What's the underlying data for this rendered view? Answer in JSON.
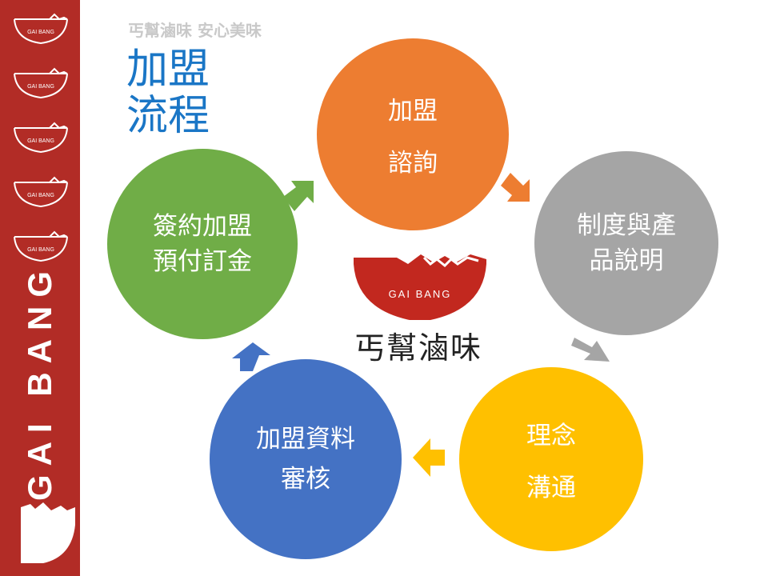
{
  "slide": {
    "slogan": "丐幫滷味 安心美味",
    "title_line1": "加盟",
    "title_line2": "流程"
  },
  "sidebar": {
    "brand_vertical": "GAI BANG",
    "logo_small_text": "GAI BANG",
    "color": "#b22c26"
  },
  "center_logo": {
    "bowl_text": "GAI BANG",
    "name": "丐幫滷味"
  },
  "steps": [
    {
      "line1": "加盟",
      "line2": "諮詢",
      "color": "#ed7d31"
    },
    {
      "line1": "制度與產",
      "line2": "品說明",
      "color": "#a5a5a5"
    },
    {
      "line1": "理念",
      "line2": "溝通",
      "color": "#ffc000"
    },
    {
      "line1": "加盟資料",
      "line2": "審核",
      "color": "#4472c4"
    },
    {
      "line1": "簽約加盟",
      "line2": "預付訂金",
      "color": "#70ad47"
    }
  ],
  "icons": {
    "sidebar_logo": "bowl-logo-icon",
    "arrows": "chevron-arrow-icon"
  }
}
